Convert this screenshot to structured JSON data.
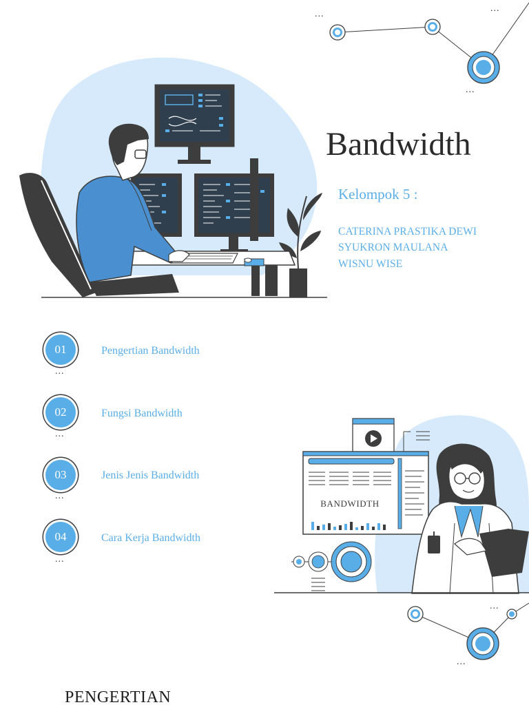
{
  "slide": {
    "title": "Bandwidth",
    "group_label": "Kelompok 5 :",
    "members": [
      "CATERINA PRASTIKA DEWI",
      "SYUKRON MAULANA",
      "WISNU WISE"
    ]
  },
  "toc": [
    {
      "number": "01",
      "label": "Pengertian Bandwidth"
    },
    {
      "number": "02",
      "label": "Fungsi Bandwidth"
    },
    {
      "number": "03",
      "label": "Jenis Jenis Bandwidth"
    },
    {
      "number": "04",
      "label": "Cara Kerja  Bandwidth"
    }
  ],
  "ellipsis": "...",
  "illustration": {
    "screen_text": "BANDWIDTH"
  },
  "next_section": {
    "heading": "PENGERTIAN"
  },
  "colors": {
    "accent": "#5aaee8",
    "light_blue": "#d6eafb",
    "dark": "#3d3d3d"
  }
}
